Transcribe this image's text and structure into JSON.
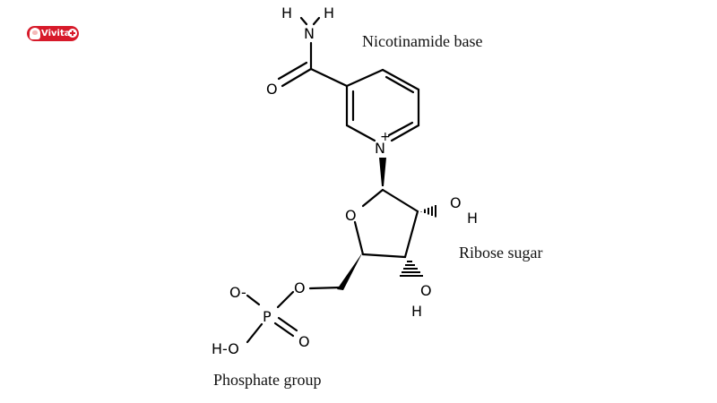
{
  "logo": {
    "text": "Vivita",
    "brand_color": "#d71a2a"
  },
  "labels": {
    "nicotinamide": "Nicotinamide base",
    "ribose": "Ribose sugar",
    "phosphate": "Phosphate group"
  },
  "atoms": {
    "h": "H",
    "n": "N",
    "o": "O",
    "p": "P",
    "charge_plus": "+",
    "charge_minus": "-",
    "ho": "H-O",
    "o_minus": "O-"
  }
}
